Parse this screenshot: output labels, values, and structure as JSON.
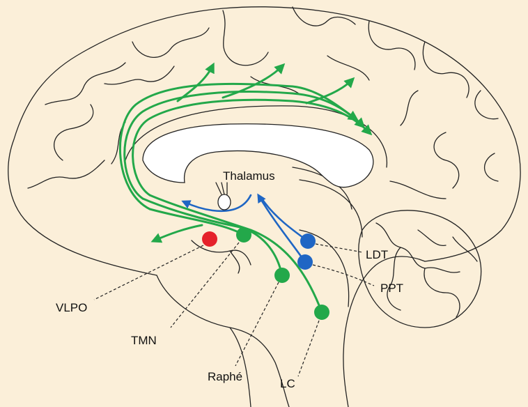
{
  "colors": {
    "background": "#fbefd9",
    "green_pathway": "#23a84a",
    "blue_pathway": "#1f66c4",
    "red_nucleus": "#e5222b",
    "outline": "#222222",
    "ventricle_fill": "#ffffff"
  },
  "labels": {
    "thalamus": "Thalamus",
    "vlpo": "VLPO",
    "tmn": "TMN",
    "raphe": "Raphé",
    "lc": "LC",
    "ldt": "LDT",
    "ppt": "PPT"
  }
}
